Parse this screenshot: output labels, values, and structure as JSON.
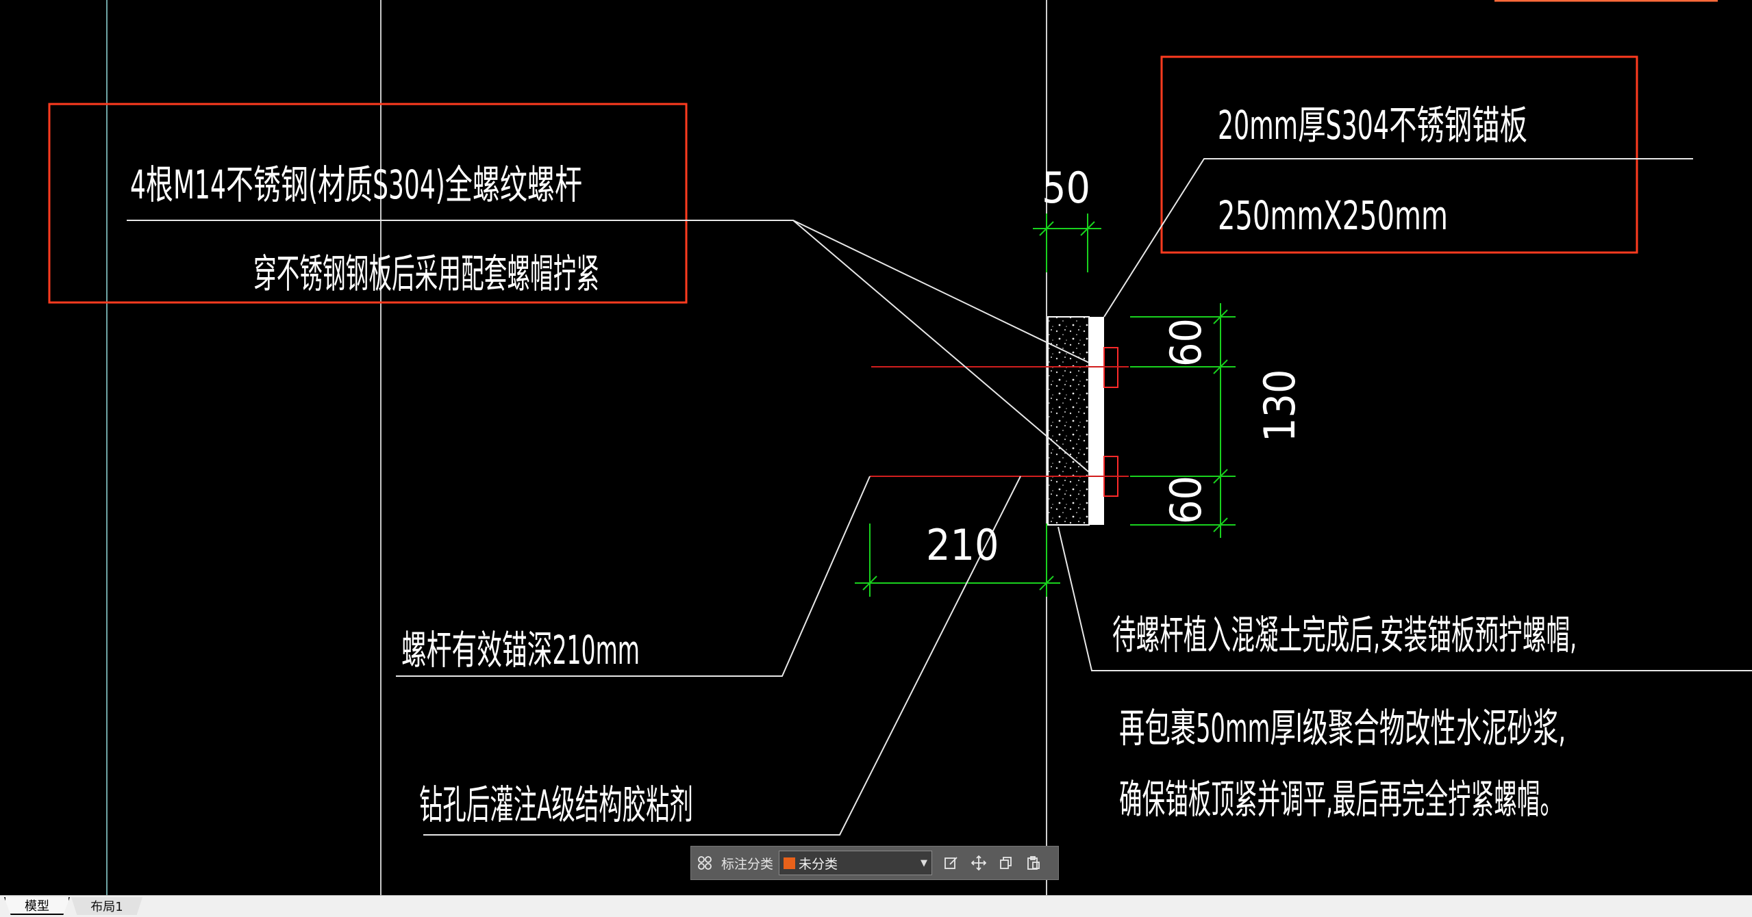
{
  "notes": {
    "rod": {
      "line1": "4根M14不锈钢(材质S304)全螺纹螺杆",
      "line2": "穿不锈钢钢板后采用配套螺帽拧紧"
    },
    "plate": {
      "line1": "20mm厚S304不锈钢锚板",
      "line2": "250mmX250mm"
    },
    "anchor_depth": "螺杆有效锚深210mm",
    "adhesive": "钻孔后灌注A级结构胶粘剂",
    "install": {
      "line1": "待螺杆植入混凝土完成后,安装锚板预拧螺帽,",
      "line2": "再包裹50mm厚I级聚合物改性水泥砂浆,",
      "line3": "确保锚板顶紧并调平,最后再完全拧紧螺帽。"
    }
  },
  "dimensions": {
    "top_50": "50",
    "left_210": "210",
    "right_60_upper": "60",
    "right_130": "130",
    "right_60_lower": "60"
  },
  "annotation_bar": {
    "label": "标注分类",
    "dropdown_value": "未分类",
    "swatch_color": "#e8611a"
  },
  "tabs": {
    "model": "模型",
    "layout1": "布局1"
  },
  "colors": {
    "background": "#000000",
    "highlight_box": "#ff3b1f",
    "dimension": "#19d21e",
    "axis_line": "#d21e1e",
    "grid_line": "#7fb4b4"
  }
}
